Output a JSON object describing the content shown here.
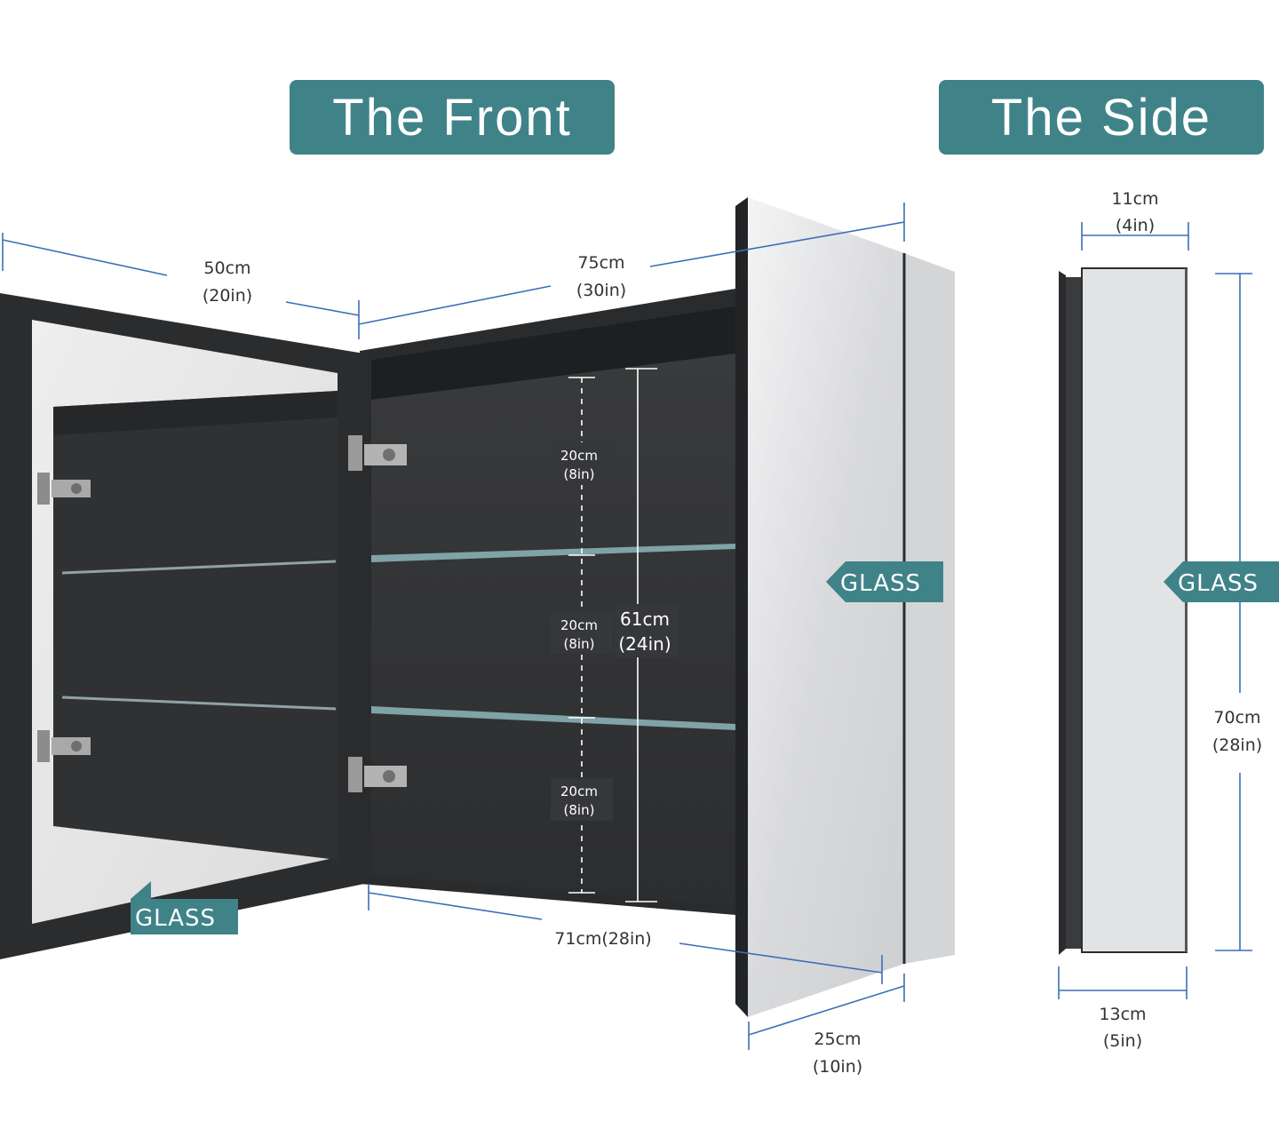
{
  "headers": {
    "front": "The Front",
    "side": "The Side"
  },
  "colors": {
    "accent": "#3f8388",
    "dimension_line": "#3b6fb6",
    "cabinet": "#2a2b2d",
    "mirror": "#e4e5e7"
  },
  "front": {
    "door_width": {
      "cm": "50cm",
      "in": "(20in)"
    },
    "total_width": {
      "cm": "75cm",
      "in": "(30in)"
    },
    "shelf_top": {
      "cm": "20cm",
      "in": "(8in)"
    },
    "shelf_middle": {
      "cm": "20cm",
      "in": "(8in)"
    },
    "shelf_bottom": {
      "cm": "20cm",
      "in": "(8in)"
    },
    "inner_height": {
      "cm": "61cm",
      "in": "(24in)"
    },
    "inner_width": "71cm(28in)",
    "side_depth": {
      "cm": "25cm",
      "in": "(10in)"
    },
    "glass_label_door": "GLASS",
    "glass_label_mirror": "GLASS"
  },
  "side": {
    "top_depth": {
      "cm": "11cm",
      "in": "(4in)"
    },
    "height": {
      "cm": "70cm",
      "in": "(28in)"
    },
    "bottom_depth": {
      "cm": "13cm",
      "in": "(5in)"
    },
    "glass_label": "GLASS"
  }
}
